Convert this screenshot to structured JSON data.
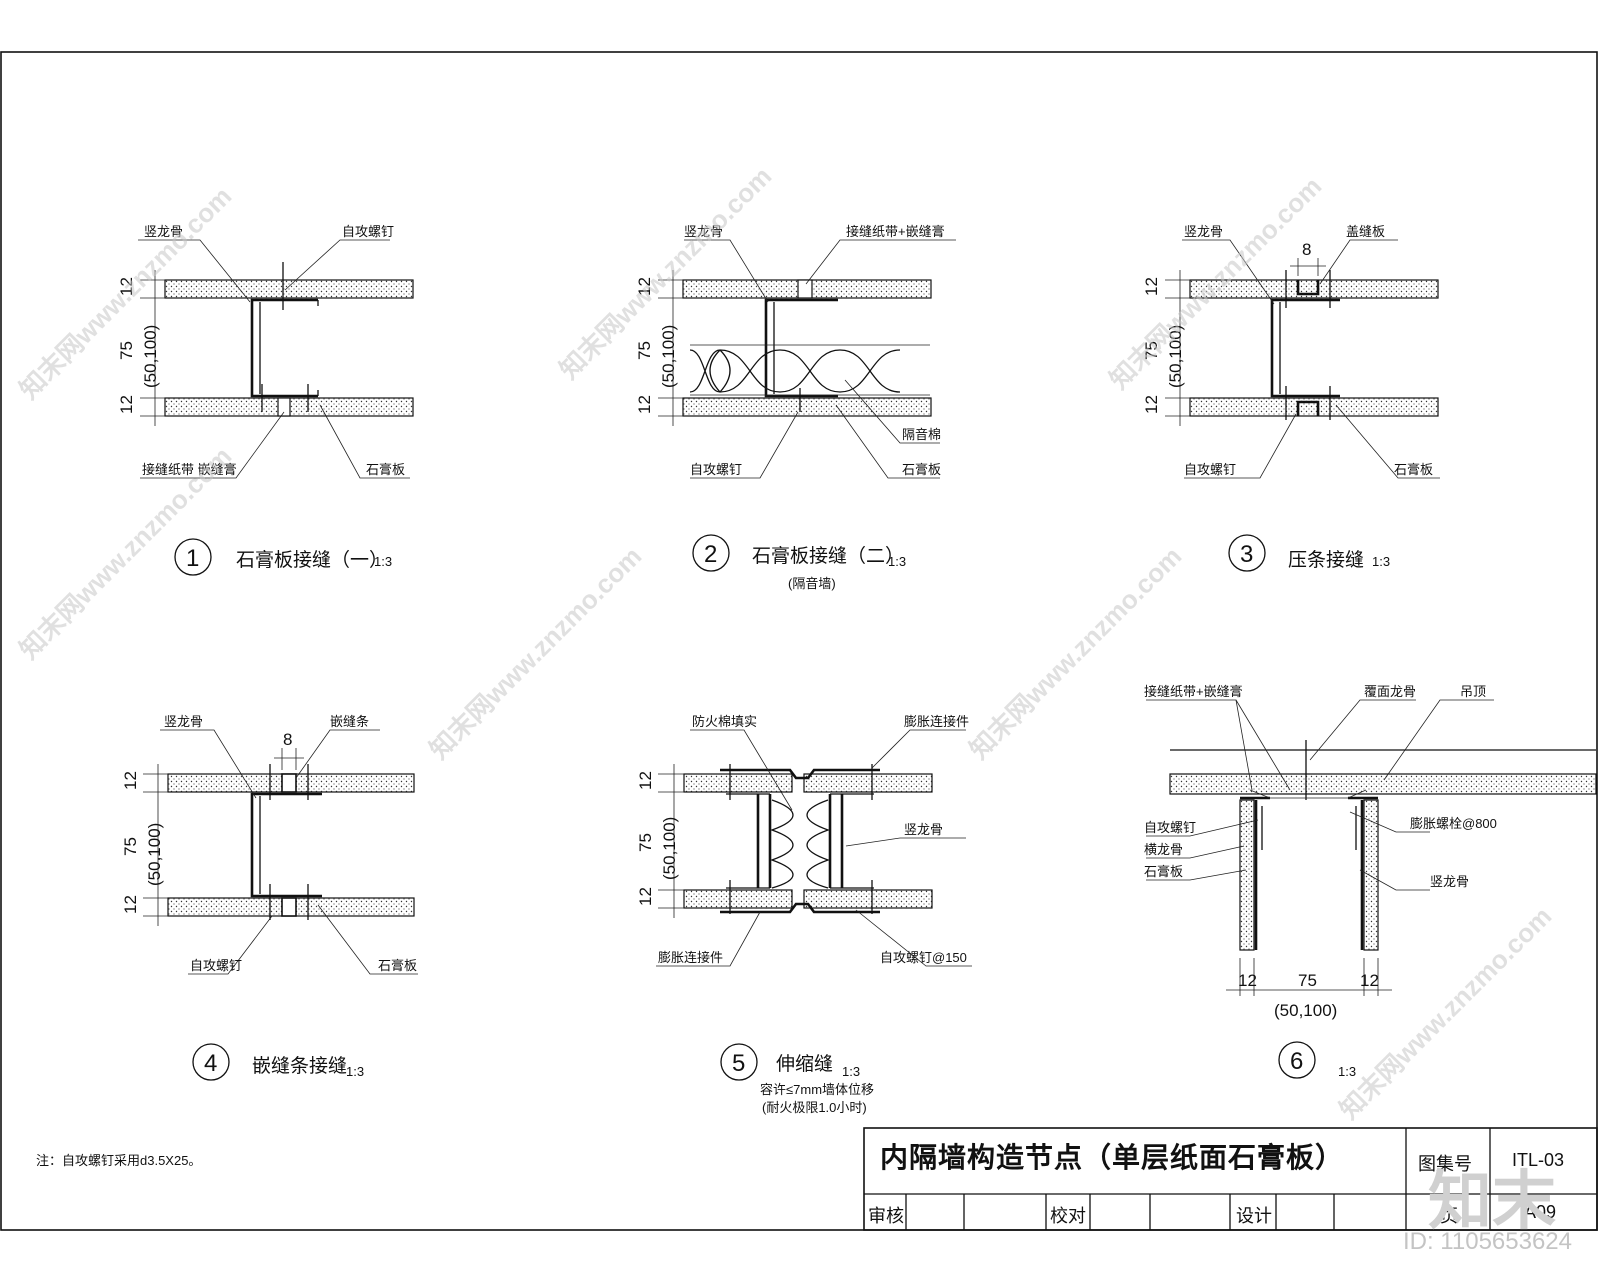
{
  "labels": {
    "d1_keel": "竖龙骨",
    "d1_screw": "自攻螺钉",
    "d1_tape": "接缝纸带 嵌缝膏",
    "d1_board": "石膏板",
    "d2_keel": "竖龙骨",
    "d2_tape": "接缝纸带+嵌缝膏",
    "d2_screw": "自攻螺钉",
    "d2_insul": "隔音棉",
    "d2_board": "石膏板",
    "d3_keel": "竖龙骨",
    "d3_strip": "盖缝板",
    "d3_screw": "自攻螺钉",
    "d3_board": "石膏板",
    "d4_keel": "竖龙骨",
    "d4_strip": "嵌缝条",
    "d4_screw": "自攻螺钉",
    "d4_board": "石膏板",
    "d5_fire": "防火棉填实",
    "d5_exp": "膨胀连接件",
    "d5_keel": "竖龙骨",
    "d5_conn": "膨胀连接件",
    "d5_screw": "自攻螺钉@150",
    "d6_tape": "接缝纸带+嵌缝膏",
    "d6_ceilkeel": "覆面龙骨",
    "d6_ceil": "吊顶",
    "d6_screw": "自攻螺钉",
    "d6_hkeel": "横龙骨",
    "d6_board": "石膏板",
    "d6_bolt": "膨胀螺栓@800",
    "d6_vkeel": "竖龙骨"
  },
  "dims": {
    "t12": "12",
    "t75": "75",
    "alt": "(50,100)",
    "gap8": "8"
  },
  "details": [
    {
      "num": "1",
      "title": "石膏板接缝（一）",
      "scale": "1:3",
      "sub": ""
    },
    {
      "num": "2",
      "title": "石膏板接缝（二）",
      "scale": "1:3",
      "sub": "(隔音墙)"
    },
    {
      "num": "3",
      "title": "压条接缝",
      "scale": "1:3",
      "sub": ""
    },
    {
      "num": "4",
      "title": "嵌缝条接缝",
      "scale": "1:3",
      "sub": ""
    },
    {
      "num": "5",
      "title": "伸缩缝",
      "scale": "1:3",
      "sub": "容许≤7mm墙体位移",
      "sub2": "(耐火极限1.0小时)"
    },
    {
      "num": "6",
      "title": "",
      "scale": "1:3",
      "sub": ""
    }
  ],
  "note": "注：自攻螺钉采用d3.5X25。",
  "title_block": {
    "title": "内隔墙构造节点（单层纸面石膏板）",
    "atlas_label": "图集号",
    "atlas_value": "ITL-03",
    "review": "审核",
    "check": "校对",
    "design": "设计",
    "page_label": "页",
    "page_value": "A09"
  },
  "watermark": {
    "text": "知末网www.znzmo.com",
    "brand": "知末",
    "id": "ID: 1105653624"
  }
}
